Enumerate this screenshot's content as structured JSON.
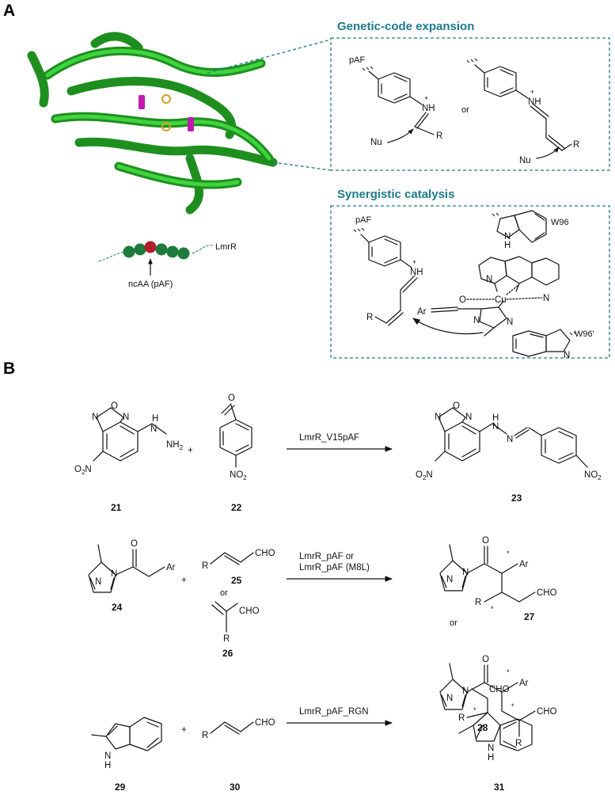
{
  "panels": {
    "a": "A",
    "b": "B"
  },
  "boxes": {
    "genetic_code_expansion": {
      "title": "Genetic-code expansion",
      "paf": "pAF",
      "or": "or",
      "nu": "Nu",
      "r": "R",
      "nh": "NH"
    },
    "synergistic_catalysis": {
      "title": "Synergistic catalysis",
      "paf": "pAF",
      "w96": "W96",
      "w96p": "W96'",
      "nh": "NH",
      "cu": "Cu",
      "ar": "Ar",
      "o": "O",
      "n": "N",
      "r": "R",
      "h": "H"
    }
  },
  "protein_cartoon": {
    "lmrr_label": "LmrR",
    "ncaa_label": "ncAA (pAF)",
    "colors": {
      "helix": "#1e8f1e",
      "highlight": "#3fd43f",
      "bead_green": "#1e7a3a",
      "bead_red": "#b01e2a",
      "residue": "#c01ab0"
    }
  },
  "reactions": [
    {
      "reactant1": "21",
      "reactant2": "22",
      "product": "23",
      "catalyst": "LmrR_V15pAF",
      "labels": {
        "o": "O",
        "n": "N",
        "nh2": "NH",
        "nh2_sub": "2",
        "no2": "O",
        "no2_n": "N",
        "no2_sub": "2",
        "o2n": "O",
        "o2n_sub": "2",
        "o2n_n": "N",
        "h": "H",
        "plus": "+"
      }
    },
    {
      "reactant1": "24",
      "reactant2": "25",
      "reactant2_alt": "26",
      "or_label": "or",
      "product1": "27",
      "product2": "28",
      "product_or": "or",
      "catalyst_line1": "LmrR_pAF or",
      "catalyst_line2": "LmrR_pAF (M8L)",
      "labels": {
        "o": "O",
        "n": "N",
        "ar": "Ar",
        "cho": "CHO",
        "r": "R",
        "star": "*",
        "plus": "+"
      }
    },
    {
      "reactant1": "29",
      "reactant2": "30",
      "product": "31",
      "catalyst": "LmrR_pAF_RGN",
      "labels": {
        "n": "N",
        "h": "H",
        "cho": "CHO",
        "r": "R",
        "star": "*",
        "plus": "+"
      }
    }
  ]
}
